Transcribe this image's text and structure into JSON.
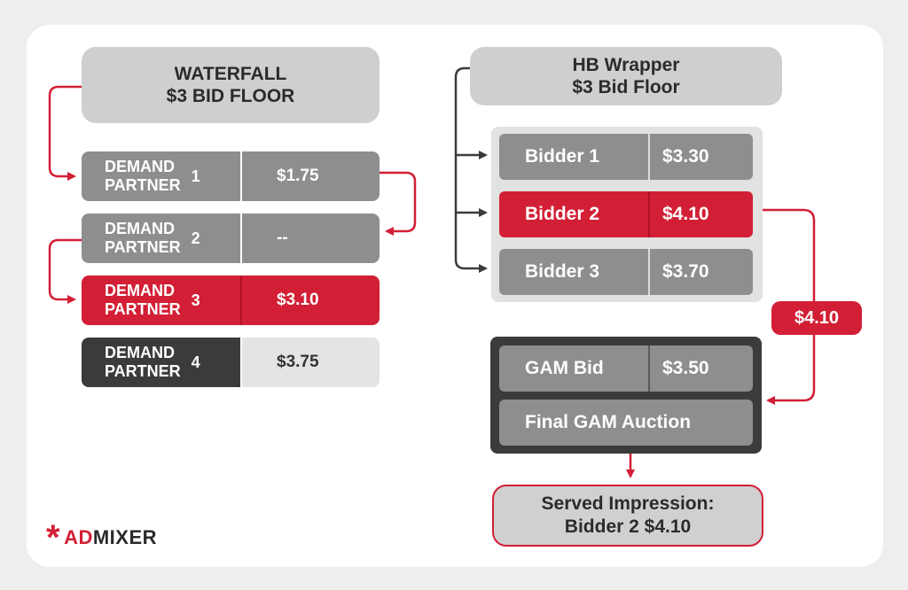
{
  "waterfall": {
    "title_line1": "WATERFALL",
    "title_line2": "$3 BID FLOOR",
    "rows": [
      {
        "label_line1": "DEMAND",
        "label_line2": "PARTNER",
        "num": "1",
        "value": "$1.75"
      },
      {
        "label_line1": "DEMAND",
        "label_line2": "PARTNER",
        "num": "2",
        "value": "--"
      },
      {
        "label_line1": "DEMAND",
        "label_line2": "PARTNER",
        "num": "3",
        "value": "$3.10"
      },
      {
        "label_line1": "DEMAND",
        "label_line2": "PARTNER",
        "num": "4",
        "value": "$3.75"
      }
    ]
  },
  "hb": {
    "title_line1": "HB Wrapper",
    "title_line2": "$3 Bid Floor",
    "bidders": [
      {
        "label": "Bidder 1",
        "value": "$3.30"
      },
      {
        "label": "Bidder 2",
        "value": "$4.10"
      },
      {
        "label": "Bidder 3",
        "value": "$3.70"
      }
    ],
    "winning_tag": "$4.10"
  },
  "gam": {
    "bid_label": "GAM Bid",
    "bid_value": "$3.50",
    "final_label": "Final GAM Auction"
  },
  "served": {
    "line1": "Served Impression:",
    "line2": "Bidder 2 $4.10"
  },
  "logo": {
    "star": "*",
    "part1": "AD",
    "part2": "MIXER"
  },
  "colors": {
    "accent_red": "#d21f35",
    "grey": "#8e8e8e",
    "dark": "#3b3b3b"
  }
}
